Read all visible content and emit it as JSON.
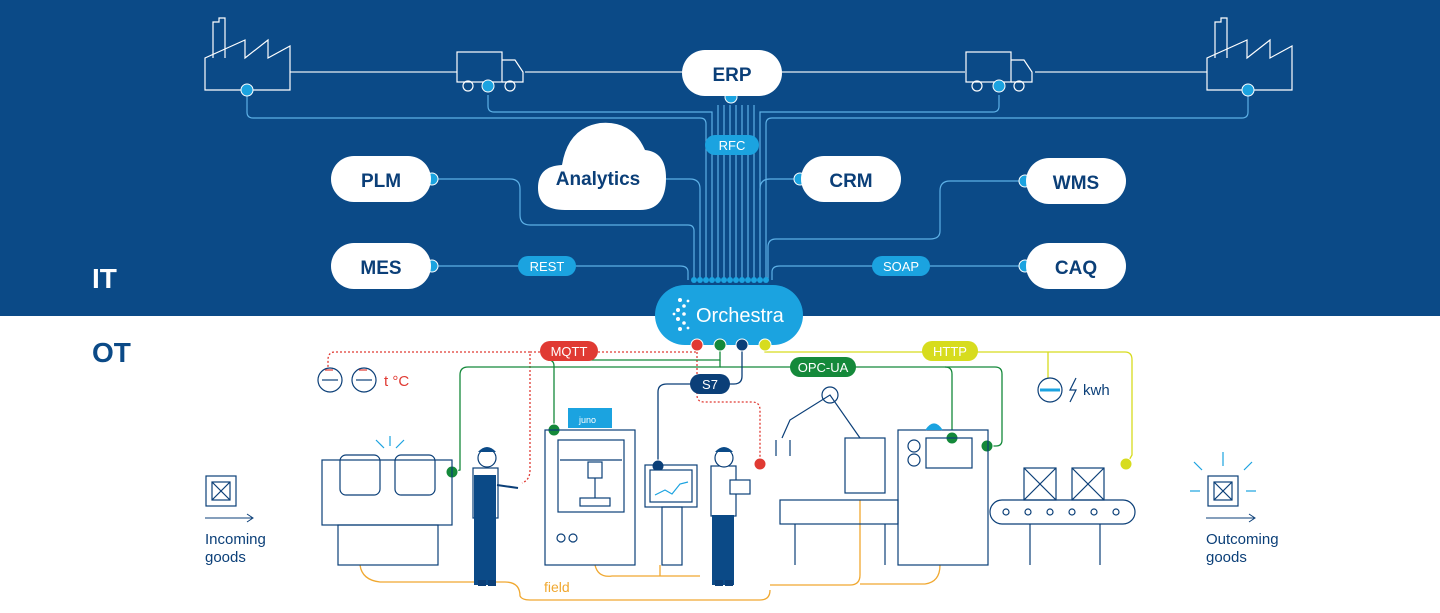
{
  "layers": {
    "it": "IT",
    "ot": "OT"
  },
  "hub": {
    "label": "Orchestra"
  },
  "systems": {
    "erp": "ERP",
    "plm": "PLM",
    "analytics": "Analytics",
    "crm": "CRM",
    "wms": "WMS",
    "mes": "MES",
    "caq": "CAQ"
  },
  "protocols": {
    "rfc": "RFC",
    "rest": "REST",
    "soap": "SOAP",
    "mqtt": "MQTT",
    "s7": "S7",
    "opcua": "OPC-UA",
    "http": "HTTP",
    "field": "field"
  },
  "devices": {
    "temperature_unit": "t °C",
    "energy_unit": "kwh",
    "printer_brand": "juno"
  },
  "goods": {
    "incoming_line1": "Incoming",
    "incoming_line2": "goods",
    "outgoing_line1": "Outcoming",
    "outgoing_line2": "goods"
  },
  "colors": {
    "it_background": "#0b4a87",
    "accent_cyan": "#1ba3e0",
    "dark_blue": "#0b3f78",
    "green": "#14893a",
    "red": "#e03a33",
    "yellow": "#d7dc1e",
    "orange": "#f0a830"
  }
}
